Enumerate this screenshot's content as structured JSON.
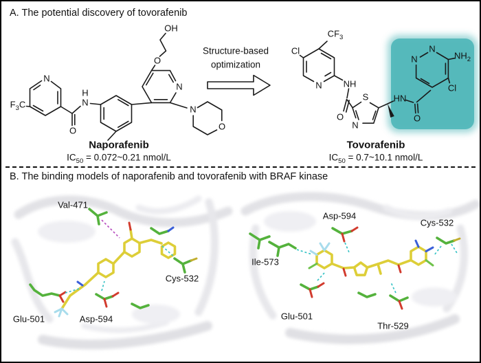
{
  "panel_a": {
    "title": "A. The potential discovery of tovorafenib",
    "optimization_label_line1": "Structure-based",
    "optimization_label_line2": "optimization",
    "naporafenib": {
      "name": "Naporafenib",
      "ic50": {
        "prefix": "IC",
        "sub": "50",
        "rest": " = 0.072~0.21 nmol/L"
      },
      "atoms": {
        "oh": "OH",
        "o_chain": "O",
        "n_pyridine_right": "N",
        "n_morpholine": "N",
        "o_morpholine": "O",
        "f3c_f": "F",
        "f3c_sub": "3",
        "f3c_c": "C",
        "o_carbonyl": "O",
        "h_amide": "H",
        "n_amide": "N",
        "n_pyridine_left": "N"
      }
    },
    "tovorafenib": {
      "name": "Tovorafenib",
      "ic50": {
        "prefix": "IC",
        "sub": "50",
        "rest": " = 0.7~10.1 nmol/L"
      },
      "atoms": {
        "cl_pyridine": "Cl",
        "cf3_main": "CF",
        "cf3_sub": "3",
        "n_pyridine": "N",
        "nh_amide": "NH",
        "o_carbonyl_1": "O",
        "s_thiazole": "S",
        "n_thiazole": "N",
        "hn_amide": "HN",
        "o_carbonyl_2": "O",
        "n_pyrimidine_top": "N",
        "n_pyrimidine_left": "N",
        "nh2_main": "NH",
        "nh2_sub": "2",
        "cl_pyrimidine": "Cl"
      }
    }
  },
  "panel_b": {
    "title": "B. The binding models of naporafenib and tovorafenib with BRAF kinase",
    "left_labels": [
      "Val-471",
      "Cys-532",
      "Glu-501",
      "Asp-594"
    ],
    "right_labels": [
      "Asp-594",
      "Cys-532",
      "Ile-573",
      "Glu-501",
      "Thr-529"
    ]
  },
  "colors": {
    "highlight_teal": "#4eb6b8",
    "ligand_yellow": "#ddce38",
    "residue_green": "#54b23c",
    "oxygen_red": "#d23b2e",
    "nitrogen_blue": "#3a5fd9",
    "sulfur_yellow": "#c2ae2f",
    "hbond_cyan": "#38c3c6",
    "hbond_magenta": "#b84fc0"
  }
}
